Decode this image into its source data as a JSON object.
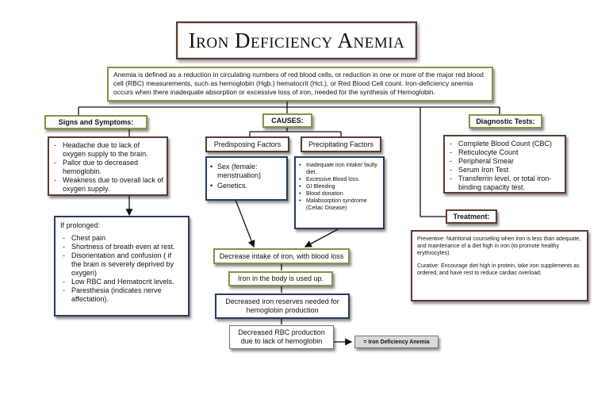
{
  "title": "Iron Deficiency Anemia",
  "definition": "Anemia is defined as a reduction in circulating numbers of red blood cells, or reduction in one or more of the major red blood cell (RBC) measurements, such as hemoglobin (Hgb.) hematocrit (Hct.), or Red Blood Cell count. Iron-deficiency anemia occurs when there inadequate absorption or excessive loss of iron, needed for the synthesis of Hemoglobin.",
  "signs": {
    "header": "Signs and Symptoms:",
    "items": [
      "Headache due to lack of oxygen supply to the brain.",
      "Pallor due to decreased hemoglobin.",
      "Weakness due to overall lack of oxygen supply."
    ]
  },
  "prolonged": {
    "header": "If prolonged:",
    "items": [
      "Chest pain",
      "Shortness of breath even at rest.",
      "Disorientation and confusion ( if the brain is severely deprived by oxygen)",
      "Low RBC and Hematocrit levels.",
      "Paresthesia (indicates nerve affectation)."
    ]
  },
  "causes": {
    "header": "CAUSES:",
    "predisposing": {
      "header": "Predisposing Factors",
      "items": [
        "Sex (female: menstruation)",
        "Genetics."
      ]
    },
    "precipitating": {
      "header": "Precipitating Factors",
      "items": [
        "Inadequate iron intake/ faulty diet.",
        "Excessive Blood loss.",
        "GI Bleeding",
        "Blood donation",
        "Malabsorption syndrome (Celiac Disease)"
      ]
    }
  },
  "flow": [
    "Decrease intake of iron, with blood loss",
    "Iron in the body is used up.",
    "Decreased iron reserves needed for hemoglobin production",
    "Decreased RBC production due to lack of hemoglobin"
  ],
  "result": "= Iron Deficiency Anemia",
  "diagnostic": {
    "header": "Diagnostic Tests:",
    "items": [
      "Complete Blood Count (CBC)",
      "Reticulocyte Count",
      "Peripheral Smear",
      "Serum Iron Test",
      "Transferrin level, or total iron-binding capacity test."
    ]
  },
  "treatment": {
    "header": "Treatment:",
    "preventive": "Preventive: Nutritional counseling when iron is less than adequate, and maintenance of a diet high in iron (to promote healthy erythrocytes).",
    "curative": "Curative: Encourage diet high in protein, take iron supplements as ordered, and have rest to reduce cardiac overload."
  }
}
